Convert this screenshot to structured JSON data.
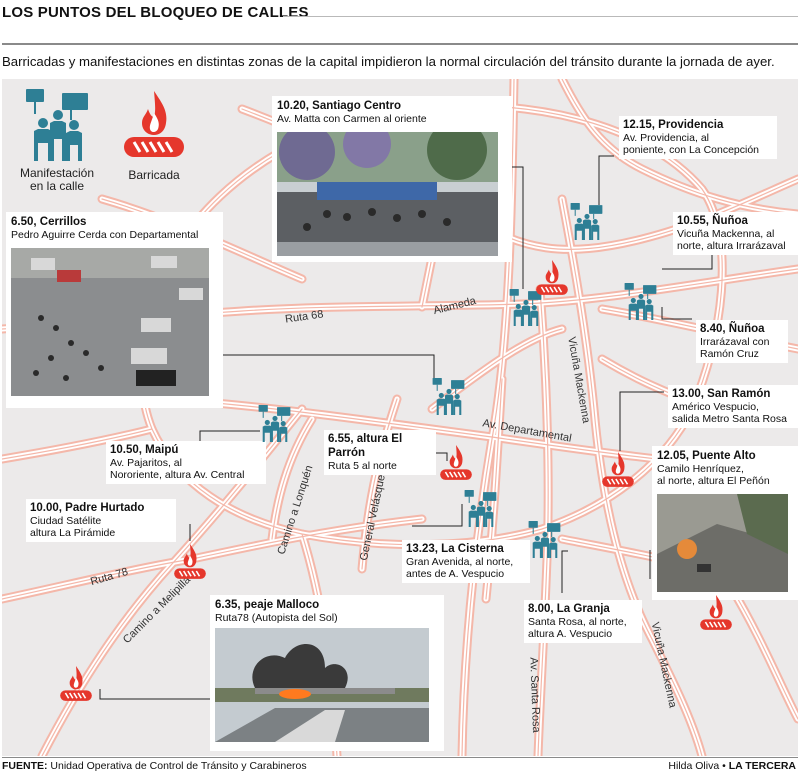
{
  "header": {
    "title": "LOS PUNTOS DEL BLOQUEO DE CALLES",
    "subtitle": "Barricadas y manifestaciones en distintas zonas de la capital impidieron la normal circulación del tránsito durante la jornada de ayer."
  },
  "legend": {
    "protest_label": "Manifestación\nen la calle",
    "barricade_label": "Barricada"
  },
  "colors": {
    "icon_blue": "#2e7f95",
    "barricade_red": "#e5372c",
    "road_fill": "#f4b7a9",
    "road_edge": "#ffffff",
    "map_bg": "#eceaea"
  },
  "road_labels": {
    "ruta68": "Ruta 68",
    "alameda": "Alameda",
    "departamental": "Av. Departamental",
    "vicuna1": "Vicuña Mackenna",
    "vicuna2": "Vicuña Mackenna",
    "ruta78": "Ruta 78",
    "melipilla": "Camino a Melipilla",
    "lonquen": "Camino a Lonquén",
    "velasquez": "General Velásquez",
    "santarosa": "Av. Santa Rosa"
  },
  "callouts": {
    "santiago": {
      "title": "10.20, Santiago Centro",
      "desc": "Av. Matta con Carmen al oriente"
    },
    "providencia": {
      "title": "12.15, Providencia",
      "desc": "Av. Providencia, al\nponiente, con La Concepción"
    },
    "cerrillos": {
      "title": "6.50, Cerrillos",
      "desc": "Pedro Aguirre Cerda con Departamental"
    },
    "nunoa1": {
      "title": "10.55, Ñuñoa",
      "desc": "Vicuña Mackenna, al\nnorte, altura Irrarázaval"
    },
    "nunoa2": {
      "title": "8.40, Ñuñoa",
      "desc": "Irrarázaval con\nRamón Cruz"
    },
    "sanramon": {
      "title": "13.00, San Ramón",
      "desc": "Américo Vespucio,\nsalida Metro Santa Rosa"
    },
    "maipu": {
      "title": "10.50, Maipú",
      "desc": "Av. Pajaritos, al\nNororiente, altura Av. Central"
    },
    "parron": {
      "title": "6.55, altura El Parrón",
      "desc": "Ruta 5 al norte"
    },
    "puentealto": {
      "title": "12.05, Puente Alto",
      "desc": "Camilo Henríquez,\nal norte, altura El Peñón"
    },
    "padrehurtado": {
      "title": "10.00, Padre Hurtado",
      "desc": "Ciudad Satélite\naltura La Pirámide"
    },
    "cisterna": {
      "title": "13.23, La Cisterna",
      "desc": "Gran Avenida, al norte,\nantes de A. Vespucio"
    },
    "malloco": {
      "title": "6.35, peaje Malloco",
      "desc": "Ruta78 (Autopista del Sol)"
    },
    "granja": {
      "title": "8.00, La Granja",
      "desc": "Santa Rosa, al norte,\naltura A. Vespucio"
    }
  },
  "footer": {
    "source_label": "FUENTE:",
    "source_text": "Unidad Operativa de Control de Tránsito y Carabineros",
    "author": "Hilda Oliva",
    "separator": "•",
    "brand": "LA TERCERA"
  }
}
